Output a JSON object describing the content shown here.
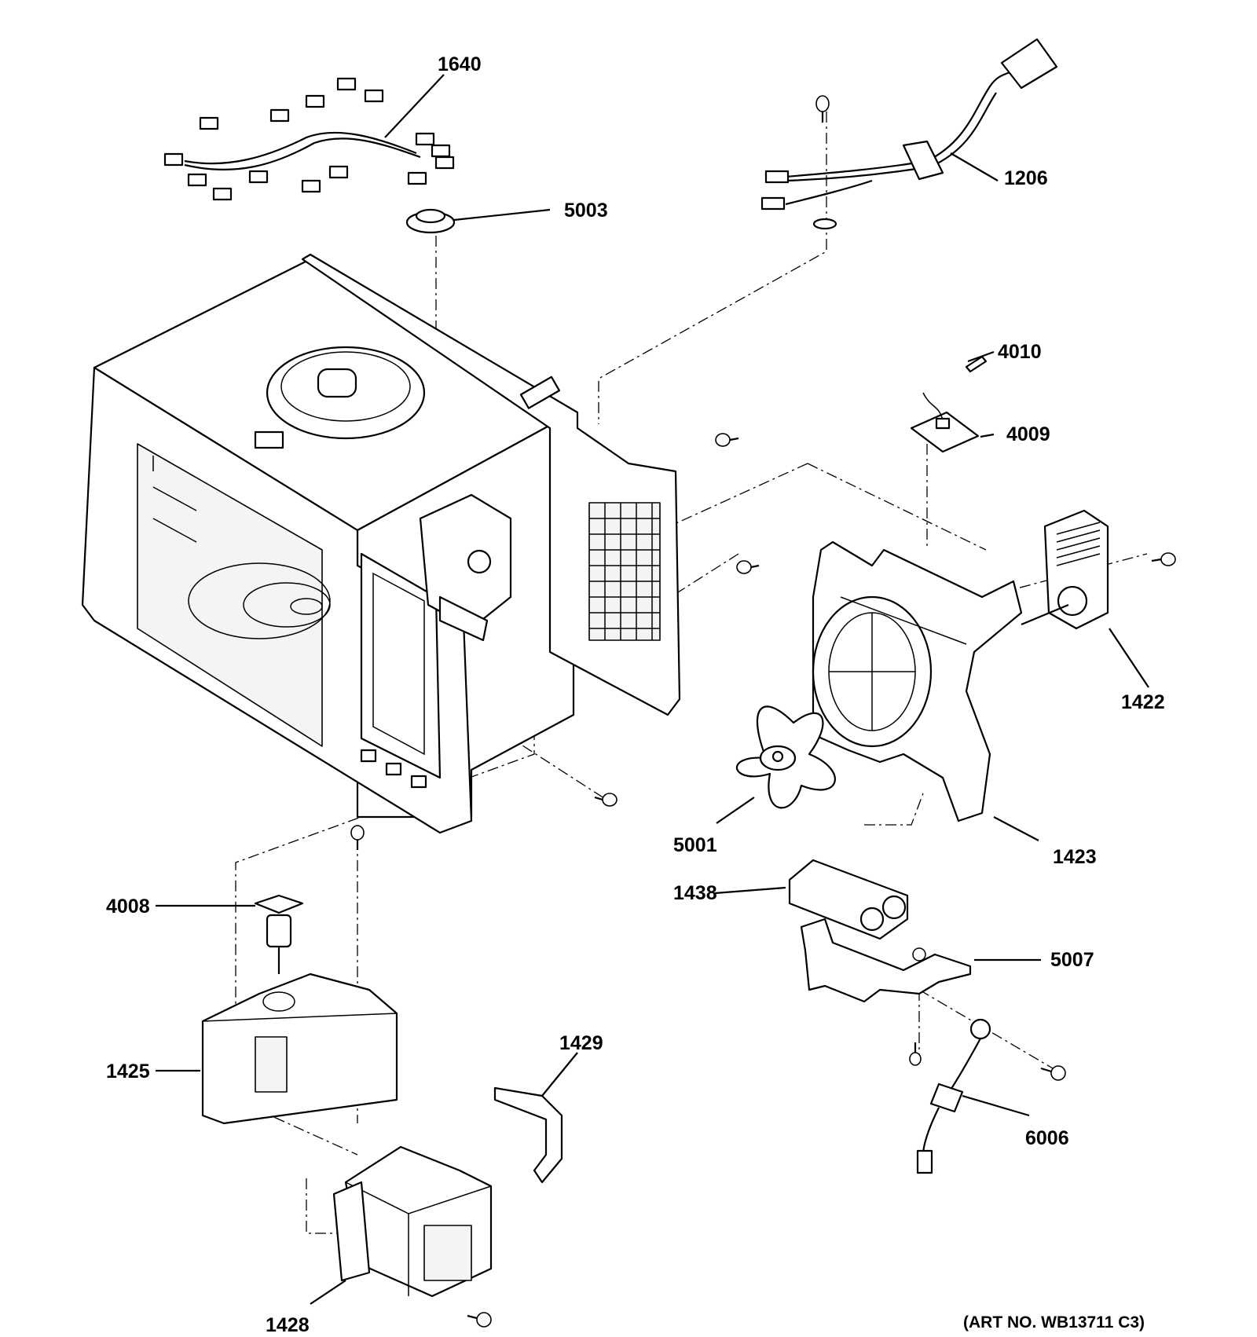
{
  "diagram": {
    "art_number": "(ART NO. WB13711 C3)",
    "callouts": [
      {
        "id": "1640",
        "label": "1640",
        "part": "wire-harness"
      },
      {
        "id": "5003",
        "label": "5003",
        "part": "thermostat"
      },
      {
        "id": "1206",
        "label": "1206",
        "part": "power-cord"
      },
      {
        "id": "4010",
        "label": "4010",
        "part": "pin"
      },
      {
        "id": "4009",
        "label": "4009",
        "part": "circuit-board"
      },
      {
        "id": "1422",
        "label": "1422",
        "part": "fan-motor"
      },
      {
        "id": "5001",
        "label": "5001",
        "part": "fan-blade"
      },
      {
        "id": "1423",
        "label": "1423",
        "part": "fan-housing"
      },
      {
        "id": "1438",
        "label": "1438",
        "part": "capacitor"
      },
      {
        "id": "5007",
        "label": "5007",
        "part": "capacitor-bracket"
      },
      {
        "id": "4008",
        "label": "4008",
        "part": "thermal-cutout"
      },
      {
        "id": "1425",
        "label": "1425",
        "part": "waveguide-cover"
      },
      {
        "id": "1429",
        "label": "1429",
        "part": "magnetron-bracket"
      },
      {
        "id": "1428",
        "label": "1428",
        "part": "magnetron"
      },
      {
        "id": "6006",
        "label": "6006",
        "part": "diode"
      }
    ]
  }
}
